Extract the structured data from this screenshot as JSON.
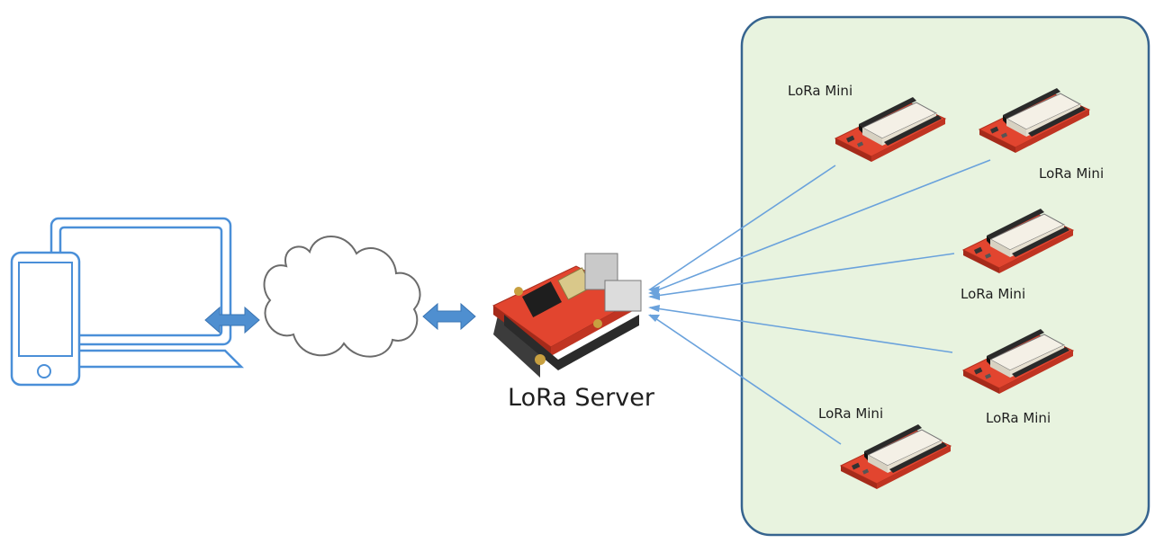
{
  "server": {
    "label": "LoRa Server"
  },
  "nodes": [
    {
      "label": "LoRa Mini"
    },
    {
      "label": "LoRa Mini"
    },
    {
      "label": "LoRa Mini"
    },
    {
      "label": "LoRa Mini"
    },
    {
      "label": "LoRa Mini"
    }
  ],
  "colors": {
    "device_outline": "#4a8fd8",
    "arrow_fill": "#4f8fd0",
    "link_line": "#6aa2dc",
    "panel_fill": "#e8f3df",
    "panel_border": "#36648f",
    "board_red": "#e2452f"
  }
}
